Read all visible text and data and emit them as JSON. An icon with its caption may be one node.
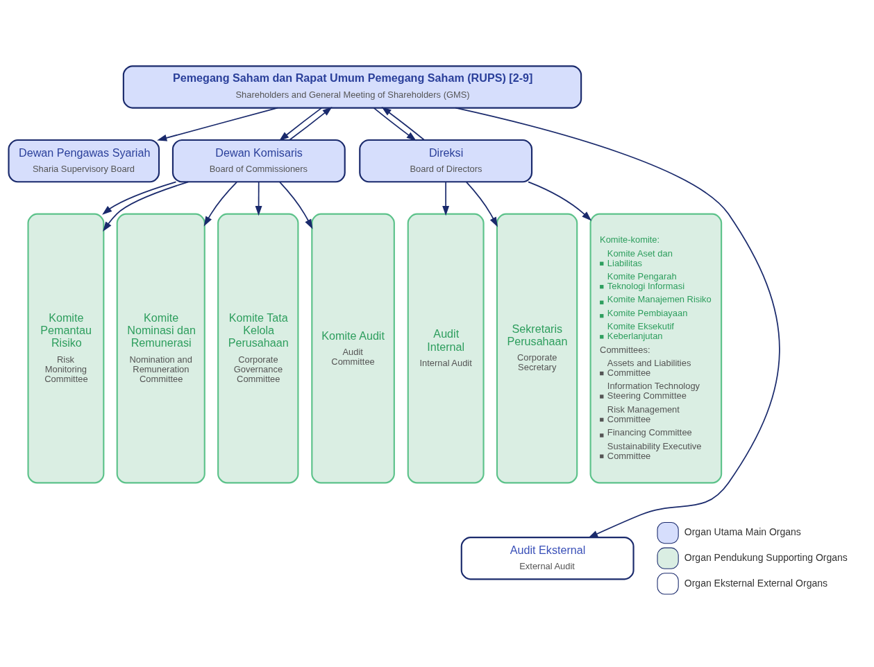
{
  "diagram": {
    "nodes": [
      {
        "text": [
          "Pemegang Saham dan Rapat Umum Pemegang Saham (RUPS) [2-9]",
          "Shareholders and General Meeting of Shareholders (GMS)"
        ]
      },
      {
        "text": [
          "Dewan Pengawas Syariah",
          "Sharia Supervisory Board"
        ]
      },
      {
        "text": [
          "Dewan Komisaris",
          "Board of Commissioners"
        ]
      },
      {
        "text": [
          "Direksi",
          "Board of Directors"
        ]
      },
      {
        "text": [
          "Komite Pemantau Risiko",
          "Risk Monitoring Committee"
        ]
      },
      {
        "text": [
          "Komite Nominasi dan Remunerasi",
          "Nomination and Remuneration Committee"
        ]
      },
      {
        "text": [
          "Komite Tata Kelola Perusahaan",
          "Corporate Governance Committee"
        ]
      },
      {
        "text": [
          "Komite Audit",
          "Audit Committee"
        ]
      },
      {
        "text": [
          "Audit Internal",
          "Internal Audit"
        ]
      },
      {
        "text": [
          "Sekretaris Perusahaan",
          "Corporate Secretary"
        ]
      },
      {
        "text": [
          "Komite-komite:",
          "Komite Aset dan Liabilitas",
          "Komite Pengarah Teknologi Informasi",
          "Komite Manajemen Risiko",
          "Komite Pembiayaan",
          "Komite Eksekutif Keberlanjutan",
          "Committees:",
          "Assets and Liabilities Committee",
          "Information Technology Steering Committee",
          "Risk Management Committee",
          "Financing Committee",
          "Sustainability Executive Committee"
        ]
      },
      {
        "text": [
          "Audit Eksternal",
          "External Audit"
        ]
      }
    ],
    "edges": [
      {
        "from": 0,
        "to": 1,
        "arrow": "to"
      },
      {
        "from": 0,
        "to": 2,
        "arrow": "to"
      },
      {
        "from": 2,
        "to": 0,
        "arrow": "to"
      },
      {
        "from": 0,
        "to": 11,
        "arrow": "to"
      },
      {
        "from": 0,
        "to": 3,
        "arrow": "to"
      },
      {
        "from": 3,
        "to": 0,
        "arrow": "to"
      },
      {
        "from": 2,
        "to": 4,
        "arrow": "to"
      },
      {
        "from": 2,
        "to": 4,
        "arrow": "to"
      },
      {
        "from": 2,
        "to": 5,
        "arrow": "to"
      },
      {
        "from": 2,
        "to": 6,
        "arrow": "to"
      },
      {
        "from": 2,
        "to": 7,
        "arrow": "to"
      },
      {
        "from": 3,
        "to": 8,
        "arrow": "to"
      },
      {
        "from": 3,
        "to": 9,
        "arrow": "to"
      },
      {
        "from": 3,
        "to": 10,
        "arrow": "to"
      }
    ],
    "legend": [
      {
        "text": "Organ Utama Main Organs",
        "color": "#d6defc"
      },
      {
        "text": "Organ Pendukung Supporting Organs",
        "color": "#daeee3"
      },
      {
        "text": "Organ Eksternal External Organs",
        "color": "#ffffff"
      }
    ]
  }
}
